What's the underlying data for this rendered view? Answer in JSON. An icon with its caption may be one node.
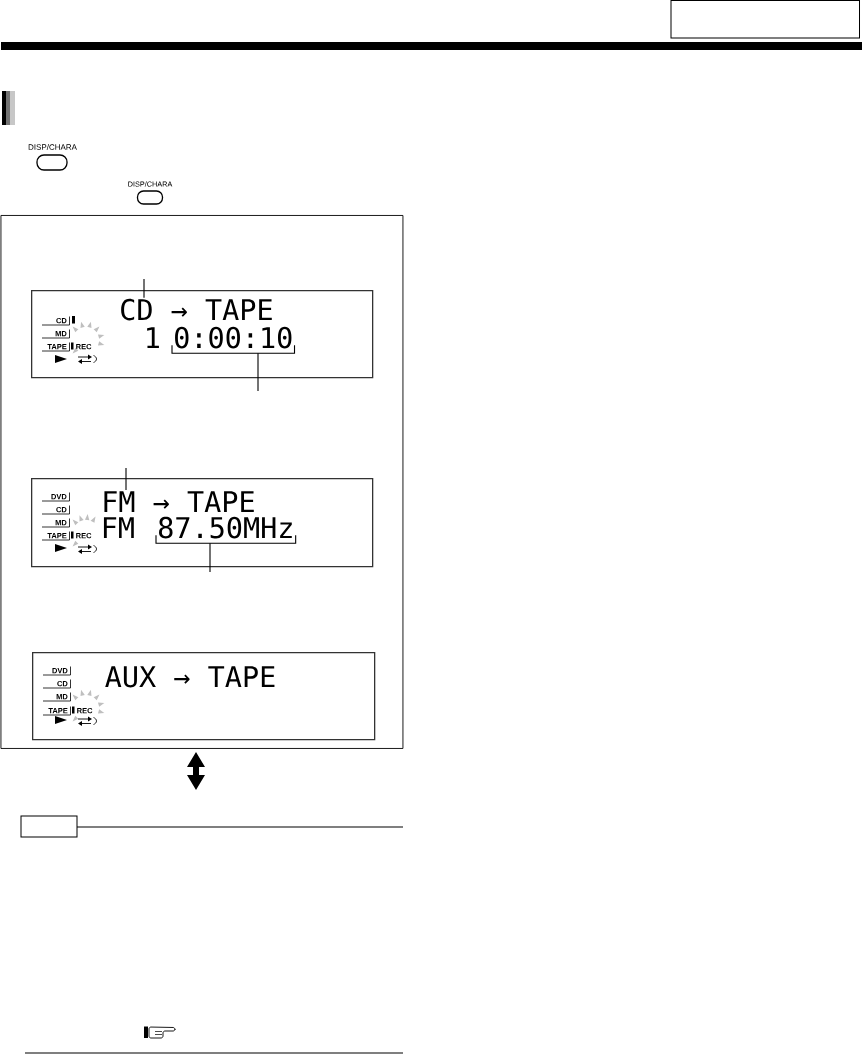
{
  "diagram": {
    "nodes": [
      {
        "text": [
          "DISP/CHARA"
        ]
      },
      {
        "text": [
          "DISP/CHARA"
        ]
      },
      {
        "text": [],
        "shape": "box"
      },
      {
        "text": [
          "CD",
          "MD",
          "TAPE",
          "REC",
          "1"
        ],
        "in": 2
      },
      {
        "text": [
          "CD → TAPE"
        ],
        "in": 3
      },
      {
        "text": [
          "0:00:10"
        ],
        "in": 3
      },
      {
        "text": [
          "DVD",
          "CD",
          "MD",
          "TAPE",
          "REC",
          "FM"
        ],
        "in": 2
      },
      {
        "text": [
          "FM → TAPE"
        ],
        "in": 6
      },
      {
        "text": [
          "87.50MHz"
        ],
        "in": 6
      },
      {
        "text": [
          "DVD",
          "CD",
          "MD",
          "TAPE",
          "REC",
          "AUX → TAPE"
        ],
        "in": 2
      }
    ],
    "edges": [
      {
        "from": null,
        "to": 4,
        "arrow": "none"
      },
      {
        "from": 5,
        "to": null,
        "arrow": "none"
      },
      {
        "from": null,
        "to": 7,
        "arrow": "none"
      },
      {
        "from": 8,
        "to": null,
        "arrow": "none"
      }
    ]
  }
}
